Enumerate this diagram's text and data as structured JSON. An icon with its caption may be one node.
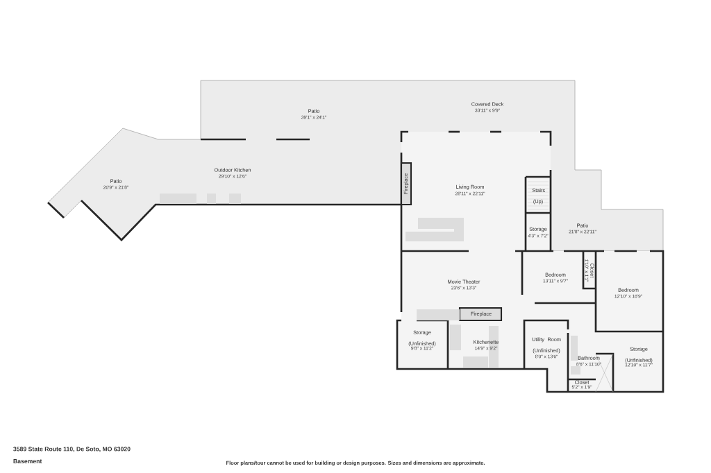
{
  "diagram": {
    "title": "3589 State Route 110, De Soto, MO 63020",
    "caption": "Floor plans/tour cannot be used for building or design purposes. Sizes and dimensions are approximate.",
    "labels": [
      "Patio",
      "39'1\" x 24'1\"",
      "Covered Deck",
      "33'11\" x 9'9\"",
      "Patio",
      "20'9\" x 21'8\"",
      "Outdoor Kitchen",
      "29'10\" x 12'6\"",
      "Fireplace",
      "Living Room",
      "28'11\" x 22'11\"",
      "Stairs (Up)",
      "Storage",
      "4'3\" x 7'2\"",
      "Patio",
      "21'8\" x 22'11\"",
      "Closet",
      "1'10\" x 1'1\"",
      "Bedroom",
      "13'11\" x 9'7\"",
      "Bedroom",
      "12'10\" x 16'9\"",
      "Movie Theater",
      "23'6\" x 13'3\"",
      "Fireplace",
      "Storage (Unfinished)",
      "9'8\" x 11'2\"",
      "Kitchenette",
      "14'9\" x 9'2\"",
      "Utility Room (Unfinished)",
      "8'0\" x 13'6\"",
      "Bathroom",
      "8'6\" x 11'10\"",
      "Storage (Unfinished)",
      "12'10\" x 11'7\"",
      "Closet",
      "5'2\" x 1'9\"",
      "Basement"
    ]
  }
}
